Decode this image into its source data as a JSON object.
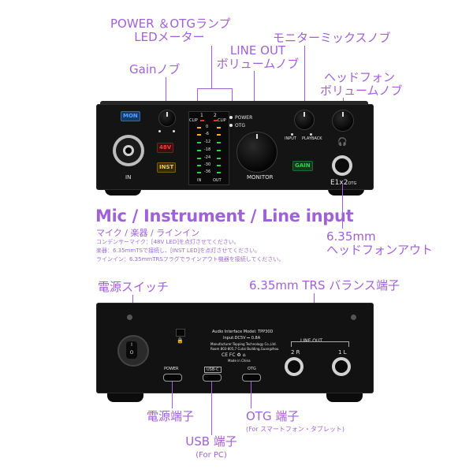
{
  "callouts": {
    "power_otg_1": "POWER ＆OTGランプ",
    "power_otg_2": "LEDメーター",
    "gain_knob": "Gainノブ",
    "line_out_1": "LINE OUT",
    "line_out_2": "ボリュームノブ",
    "monitor_mix": "モニターミックスノブ",
    "headphone_1": "ヘッドフォン",
    "headphone_2": "ボリュームノブ",
    "mic_input": "Mic / Instrument / Line input",
    "mic_input_sub": "マイク / 楽器 / ラインイン",
    "note_condenser": "コンデンサーマイク：[48V LED]を点灯させてください。",
    "note_instrument": "楽器：6.35mmTSで接続し、[INST LED]を点灯させてください。",
    "note_line": "ラインイン：6.35mmTRSフラグでラインアウト機器を接続してください。",
    "hp_out_1": "6.35mm",
    "hp_out_2": "ヘッドフォンアウト",
    "power_switch": "電源スイッチ",
    "trs_balanced": "6.35mm TRS バランス端子",
    "power_port": "電源端子",
    "usb_port": "USB 端子",
    "usb_port_sub": "(For PC)",
    "otg_port": "OTG 端子",
    "otg_port_sub": "(For スマートフォン・タブレット)"
  },
  "front_panel": {
    "mon": "MON",
    "v48": "48V",
    "inst": "INST",
    "in": "IN",
    "gain": "GAIN",
    "monitor": "MONITOR",
    "power_led": "POWER",
    "otg_led": "OTG",
    "input": "INPUT",
    "playback": "PLAYBACK",
    "model": "E1x2",
    "model_suffix": "OTG",
    "meter_clip_l": "CLIP",
    "meter_clip_r": "CLIP",
    "meter_ch1": "1",
    "meter_ch2": "2",
    "meter_in": "IN",
    "meter_out": "OUT",
    "meter_scale": [
      "0",
      "-6",
      "-12",
      "-18",
      "-24",
      "-30",
      "-36"
    ]
  },
  "back_panel": {
    "info_1": "Audio Interface   Model: TPP30D",
    "info_2": "Input:DC5V ⎓ 0.8A",
    "info_3": "Manufacturer:Topping Technology Co.,Ltd.",
    "info_4": "Room 803-805,7 Cutai Building,Guangzhou",
    "marks": "CE FC ♻ ⌂",
    "made_in": "Made in China",
    "line_out": "LINE OUT",
    "r": "2 R",
    "l": "1 L",
    "power": "POWER",
    "usb_c": "USB-C",
    "otg": "OTG"
  }
}
